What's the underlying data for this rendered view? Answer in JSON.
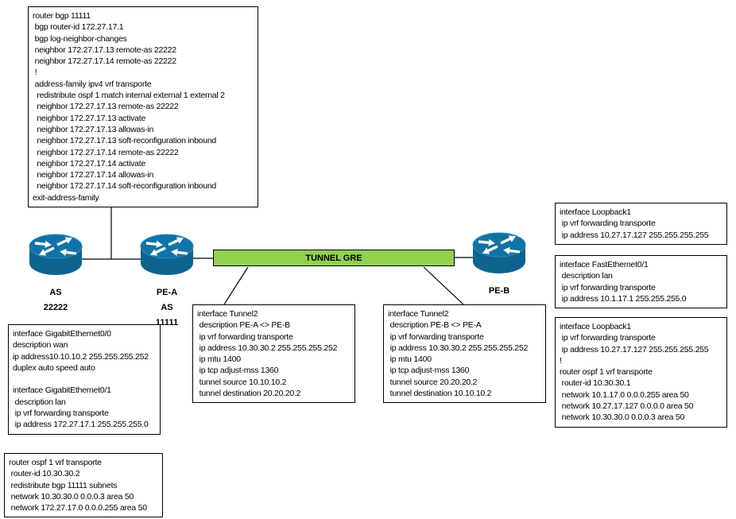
{
  "colors": {
    "tunnel_fill": "#92d050",
    "router_blue": "#0d648f",
    "line_color": "#000000"
  },
  "tunnel": {
    "label": "TUNNEL GRE"
  },
  "routers": [
    {
      "id": "ce-as-22222",
      "label": [
        "AS",
        "22222"
      ]
    },
    {
      "id": "pe-a",
      "label": [
        "PE-A",
        "AS",
        "11111"
      ]
    },
    {
      "id": "pe-b",
      "label": [
        "PE-B"
      ]
    }
  ],
  "config_boxes": {
    "bgp_pe_a": {
      "lines": [
        "router bgp 11111",
        " bgp router-id 172.27.17.1",
        " bgp log-neighbor-changes",
        " neighbor 172.27.17.13 remote-as 22222",
        " neighbor 172.27.17.14 remote-as 22222",
        " !",
        " address-family ipv4 vrf transporte",
        "  redistribute ospf 1 match internal external 1 external 2",
        "  neighbor 172.27.17.13 remote-as 22222",
        "  neighbor 172.27.17.13 activate",
        "  neighbor 172.27.17.13 allowas-in",
        "  neighbor 172.27.17.13 soft-reconfiguration inbound",
        "  neighbor 172.27.17.14 remote-as 22222",
        "  neighbor 172.27.17.14 activate",
        "  neighbor 172.27.17.14 allowas-in",
        "  neighbor 172.27.17.14 soft-reconfiguration inbound",
        "exit-address-family"
      ]
    },
    "gigabit_pe_a": {
      "lines": [
        "interface GigabitEthernet0/0",
        "description wan",
        "ip address10.10.10.2 255.255.255.252",
        "duplex auto speed auto",
        "",
        "interface GigabitEthernet0/1",
        " description lan",
        " ip vrf forwarding transporte",
        " ip address 172.27.17.1 255.255.255.0"
      ]
    },
    "ospf_pe_a": {
      "lines": [
        "router ospf 1 vrf transporte",
        " router-id 10.30.30.2",
        " redistribute bgp 11111 subnets",
        " network 10.30.30.0 0.0.0.3 area 50",
        " network 172.27.17.0 0.0.0.255 area 50"
      ]
    },
    "tunnel_pe_a": {
      "lines": [
        "interface Tunnel2",
        " description PE-A <> PE-B",
        " ip vrf forwarding transporte",
        " ip address 10.30.30.2 255.255.255.252",
        " ip mtu 1400",
        " ip tcp adjust-mss 1360",
        " tunnel source 10.10.10.2",
        " tunnel destination 20.20.20.2"
      ]
    },
    "tunnel_pe_b": {
      "lines": [
        "interface Tunnel2",
        " description PE-B <> PE-A",
        " ip vrf forwarding transporte",
        " ip address 10.30.30.2 255.255.255.252",
        " ip mtu 1400",
        " ip tcp adjust-mss 1360",
        " tunnel source 20.20.20.2",
        " tunnel destination 10.10.10.2"
      ]
    },
    "loopback_pe_b": {
      "lines": [
        "interface Loopback1",
        " ip vrf forwarding transporte",
        " ip address 10.27.17.127 255.255.255.255"
      ]
    },
    "fastethernet_pe_b": {
      "lines": [
        "interface FastEthernet0/1",
        " description lan",
        " ip vrf forwarding transporte",
        " ip address 10.1.17.1 255.255.255.0"
      ]
    },
    "loopback_ospf_pe_b": {
      "lines": [
        "interface Loopback1",
        " ip vrf forwarding transporte",
        " ip address 10.27.17.127 255.255.255.255",
        "!",
        "router ospf 1 vrf transporte",
        " router-id 10.30.30.1",
        " network 10.1.17.0 0.0.0.255 area 50",
        " network 10.27.17.127 0.0.0.0 area 50",
        " network 10.30.30.0 0.0.0.3 area 50"
      ]
    }
  }
}
